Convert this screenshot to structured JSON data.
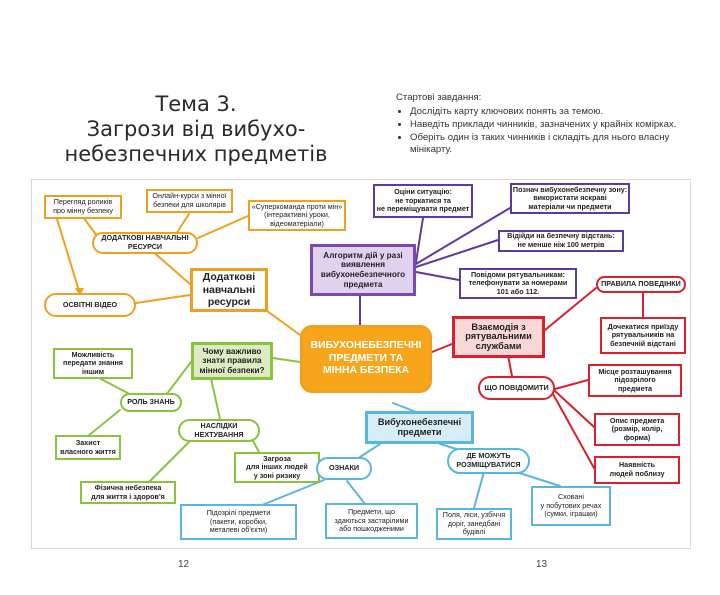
{
  "header": {
    "title": "Тема 3.\nЗагрози від вибухо-\nнебезпечних предметів",
    "tasks_heading": "Стартові завдання:",
    "tasks": [
      "Дослідіть карту ключових понять за темою.",
      "Наведіть приклади чинників, зазначених у крайніх комірках.",
      "Оберіть один із таких чинників і складіть для нього власну мінікарту."
    ]
  },
  "mindmap": {
    "center": "ВИБУХОНЕБЕЗПЕЧНІ\nПРЕДМЕТИ ТА\nМІННА БЕЗПЕКА",
    "additional": {
      "main": "Додаткові\nнавчальні\nресурси",
      "sub": "ДОДАТКОВІ НАВЧАЛЬНІ\nРЕСУРСИ",
      "video": "ОСВІТНІ ВІДЕО",
      "items": [
        "Перегляд роликів\nпро мінну безпеку",
        "Онлайн-курси з мінної\nбезпеки для школярів",
        "«Суперкоманда проти мін»\n(інтерактивні уроки,\nвідеоматеріали)"
      ]
    },
    "algorithm": {
      "main": "Алгоритм дій у разі\nвиявлення\nвибухонебезпечного\nпредмета",
      "items": [
        "Оціни ситуацію:\nне торкатися та\nне переміщувати предмет",
        "Познач вибухонебезпечну зону:\nвикористати яскраві\nматеріали чи предмети",
        "Відійди на безпечну відстань:\nне менше ніж 100 метрів",
        "Повідоми рятувальникам:\nтелефонувати за номерами\n101 або 112."
      ]
    },
    "interaction": {
      "main": "Взаємодія з\nрятувальними\nслужбами",
      "sub": "ЩО ПОВІДОМИТИ",
      "rules": "ПРАВИЛА ПОВЕДІНКИ",
      "rule_item": "Дочекатися приїзду\nрятувальників на\nбезпечній відстані",
      "items": [
        "Місце розташування\nпідозрілого\nпредмета",
        "Опис предмета\n(розмір, колір,\nформа)",
        "Наявність\nлюдей поблизу"
      ]
    },
    "importance": {
      "main": "Чому важливо\nзнати правила\nмінної безпеки?",
      "role": "РОЛЬ ЗНАНЬ",
      "consequences": "НАСЛІДКИ\nНЕХТУВАННЯ",
      "items": [
        "Можливість\nпередати знання\nіншим",
        "Захист\nвласного життя",
        "Загроза\nдля інших людей\nу зоні ризику",
        "Фізична небезпека\nдля життя і здоров'я"
      ]
    },
    "explosive": {
      "main": "Вибухонебезпечні\nпредмети",
      "signs": "ОЗНАКИ",
      "where": "ДЕ МОЖУТЬ\nРОЗМІЩУВАТИСЯ",
      "items": [
        "Підозрілі предмети\n(пакети, коробки,\nметалеві об'єкти)",
        "Предмети, що\nздаються застарілими\nабо пошкодженими",
        "Поля, ліси, узбіччя\nдоріг, занедбані\nбудівлі",
        "Сховані\nу побутових речах\n(сумки, іграшки)"
      ]
    }
  },
  "footer": {
    "page_left": "12",
    "page_right": "13"
  },
  "colors": {
    "orange": "#f0a020",
    "purple": "#7a4ab0",
    "red": "#d9202c",
    "green": "#8ac43f",
    "blue": "#5ab6e0",
    "center_fill": "#f7a61c",
    "red_fill": "#f8d7d5",
    "green_fill": "#dcebc4",
    "blue_fill": "#d7eef9"
  }
}
